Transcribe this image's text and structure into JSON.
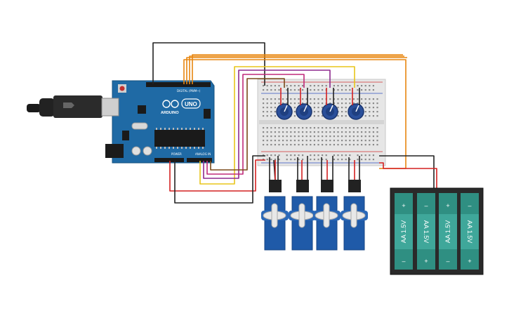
{
  "arduino": {
    "brand": "ARDUINO",
    "model": "UNO",
    "digital_label": "DIGITAL (PWM~)",
    "power_label": "POWER",
    "analog_label": "ANALOG IN",
    "board_color": "#1f6aa5"
  },
  "battery": {
    "cells": [
      {
        "label": "AA 1.5V"
      },
      {
        "label": "AA 1.5V"
      },
      {
        "label": "AA 1.5V"
      },
      {
        "label": "AA 1.5V"
      }
    ],
    "plus": "+",
    "minus": "–",
    "cell_color": "#3fa79a"
  },
  "potentiometers": [
    {
      "id": "pot-1"
    },
    {
      "id": "pot-2"
    },
    {
      "id": "pot-3"
    },
    {
      "id": "pot-4"
    }
  ],
  "servos": [
    {
      "id": "servo-1"
    },
    {
      "id": "servo-2"
    },
    {
      "id": "servo-3"
    },
    {
      "id": "servo-4"
    }
  ],
  "wire_colors": {
    "black": "#222222",
    "red": "#d42020",
    "orange": "#e8850f",
    "yellow": "#e8c51a",
    "purple": "#8e2a8e",
    "magenta": "#c02a7a",
    "brown": "#7a4a1a"
  }
}
